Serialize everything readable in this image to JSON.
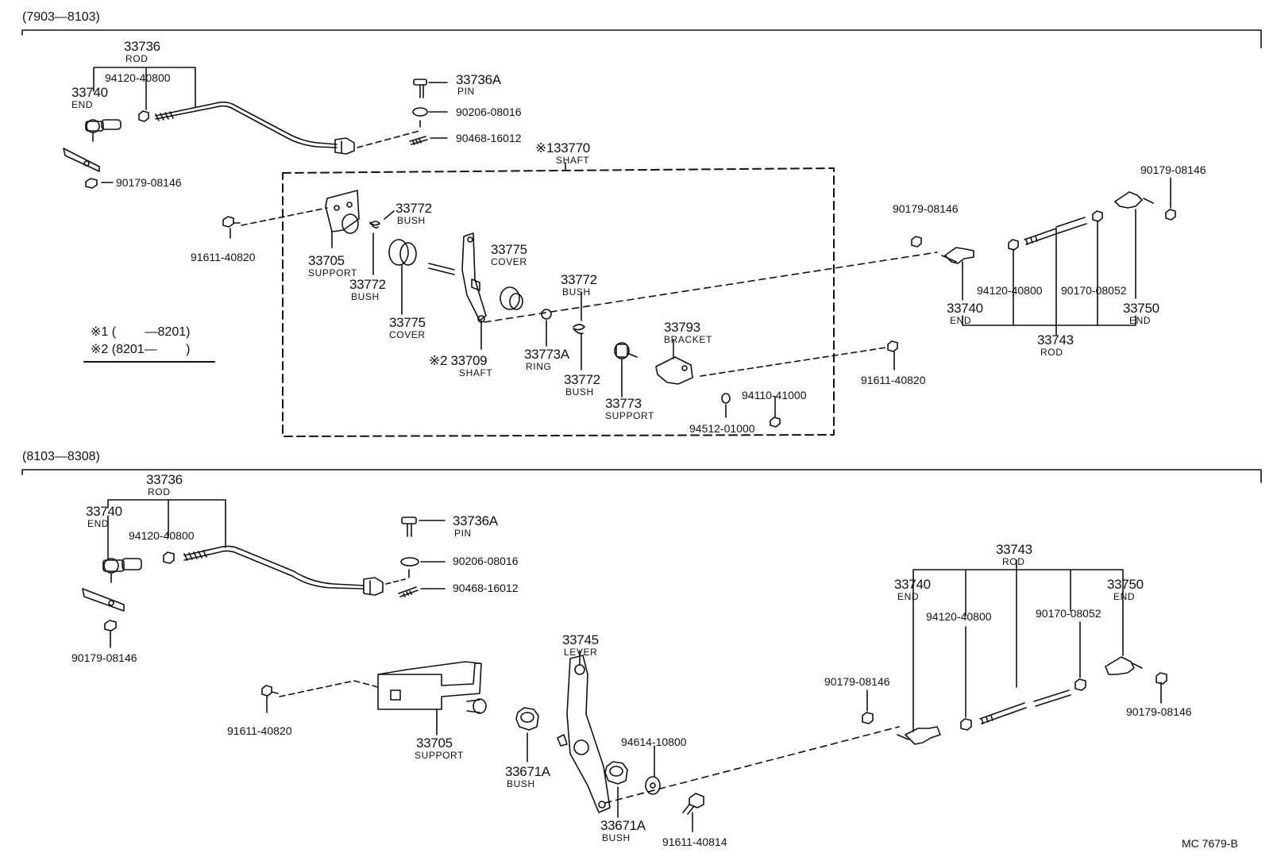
{
  "sections": {
    "top": {
      "range": "(7903—8103)"
    },
    "bottom": {
      "range": "(8103—8308)"
    }
  },
  "legend": {
    "note1": "※1 (　　 —8201)",
    "note2": "※2 (8201—　　 )"
  },
  "reference": "MC 7679-B",
  "top_parts": {
    "rod_top_num": "33736",
    "rod_top_name": "ROD",
    "nut_top_num": "94120-40800",
    "end_top_num": "33740",
    "end_top_name": "END",
    "nut2_top_num": "90179-08146",
    "pin_top_num": "33736A",
    "pin_top_name": "PIN",
    "washer_top_num": "90206-08016",
    "cotter_top_num": "90468-16012",
    "shaft_asm_num": "※133770",
    "shaft_asm_name": "SHAFT",
    "bolt_left_top_num": "91611-40820",
    "support_top_num": "33705",
    "support_top_name": "SUPPORT",
    "bush_a_num": "33772",
    "bush_a_name": "BUSH",
    "bush_b_num": "33772",
    "bush_b_name": "BUSH",
    "cover_a_num": "33775",
    "cover_a_name": "COVER",
    "cover_b_num": "33775",
    "cover_b_name": "COVER",
    "shaft_num": "※2 33709",
    "shaft_name": "SHAFT",
    "bush_c_num": "33772",
    "bush_c_name": "BUSH",
    "ring_num": "33773A",
    "ring_name": "RING",
    "bush_d_num": "33772",
    "bush_d_name": "BUSH",
    "support2_num": "33773",
    "support2_name": "SUPPORT",
    "bracket_num": "33793",
    "bracket_name": "BRACKET",
    "bolt_right_top_num": "91611-40820",
    "nut_w_num": "94110-41000",
    "washer_w_num": "94512-01000",
    "nut_r1_num": "90179-08146",
    "nut_r2_num": "90179-08146",
    "end_r_num": "33740",
    "end_r_name": "END",
    "nut_r3_num": "94120-40800",
    "nut_r4_num": "90170-08052",
    "end_r2_num": "33750",
    "end_r2_name": "END",
    "rod_r_num": "33743",
    "rod_r_name": "ROD"
  },
  "bottom_parts": {
    "rod_num": "33736",
    "rod_name": "ROD",
    "end_num": "33740",
    "end_name": "END",
    "nut_num": "94120-40800",
    "nut2_num": "90179-08146",
    "pin_num": "33736A",
    "pin_name": "PIN",
    "washer_num": "90206-08016",
    "cotter_num": "90468-16012",
    "bolt_left_num": "91611-40820",
    "support_num": "33705",
    "support_name": "SUPPORT",
    "lever_num": "33745",
    "lever_name": "LEVER",
    "bush_a_num": "33671A",
    "bush_a_name": "BUSH",
    "bush_b_num": "33671A",
    "bush_b_name": "BUSH",
    "washer2_num": "94614-10800",
    "bolt2_num": "91611-40814",
    "rod_r_num": "33743",
    "rod_r_name": "ROD",
    "end_r_num": "33740",
    "end_r_name": "END",
    "nut_r1_num": "94120-40800",
    "nut_r2_num": "90170-08052",
    "end_r2_num": "33750",
    "end_r2_name": "END",
    "nut_r3_num": "90179-08146",
    "nut_r4_num": "90179-08146"
  }
}
